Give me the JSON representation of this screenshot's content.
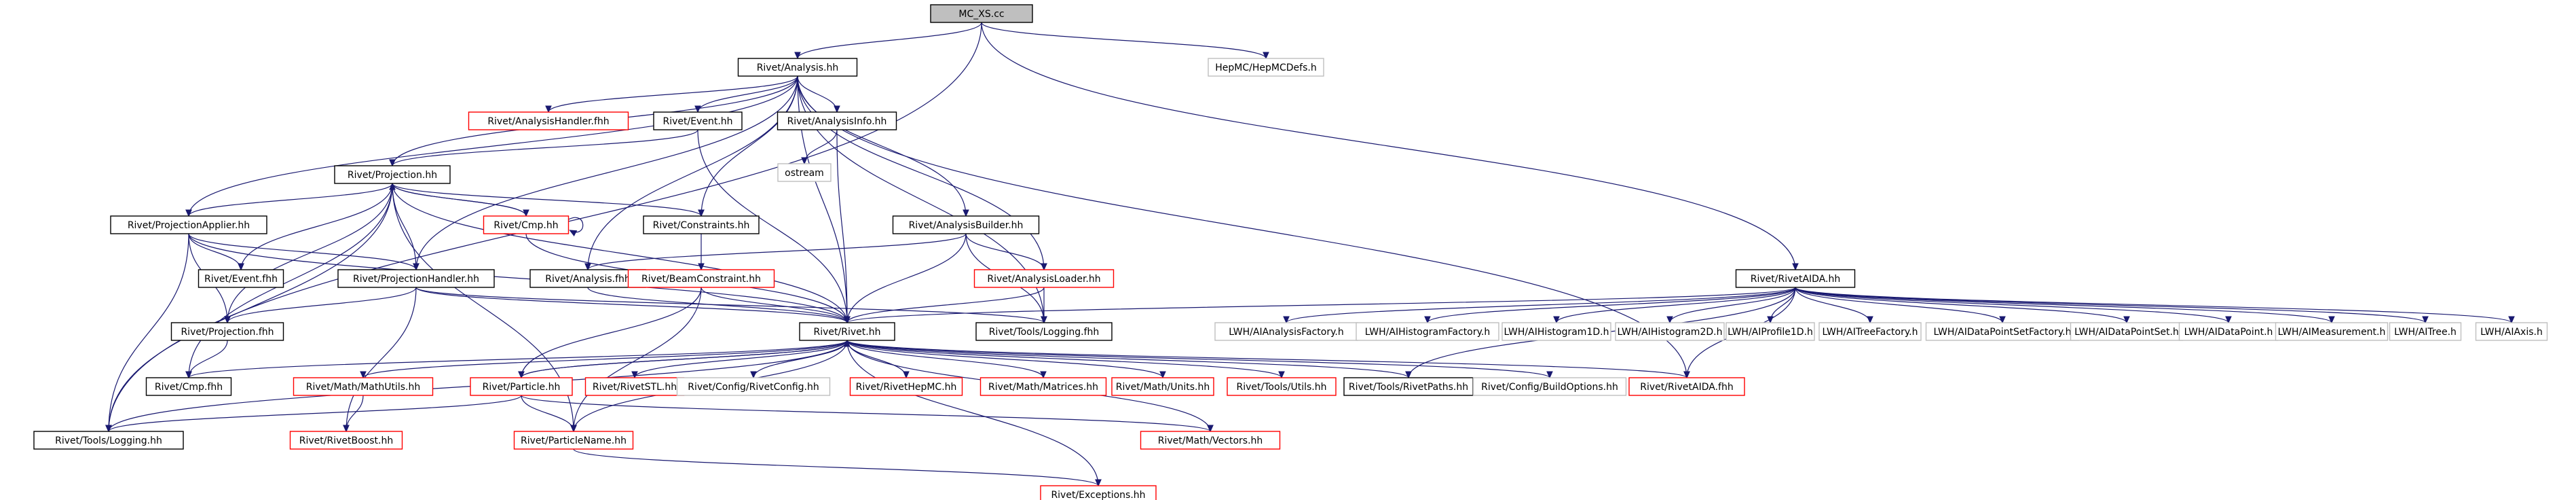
{
  "graph": {
    "colors": {
      "edge": "#191970",
      "box_black": "#000000",
      "box_red": "#ff0000",
      "box_grey": "#bfbfbf",
      "root_fill": "#bfbfbf"
    },
    "nodes": [
      {
        "id": "mc",
        "label": "MC_XS.cc",
        "style": "root"
      },
      {
        "id": "analysis",
        "label": "Rivet/Analysis.hh",
        "style": "black"
      },
      {
        "id": "hepmcdefs",
        "label": "HepMC/HepMCDefs.h",
        "style": "grey"
      },
      {
        "id": "analysishandler_fhh",
        "label": "Rivet/AnalysisHandler.fhh",
        "style": "red"
      },
      {
        "id": "event",
        "label": "Rivet/Event.hh",
        "style": "black"
      },
      {
        "id": "analysisinfo",
        "label": "Rivet/AnalysisInfo.hh",
        "style": "black"
      },
      {
        "id": "ostream",
        "label": "ostream",
        "style": "grey"
      },
      {
        "id": "projection",
        "label": "Rivet/Projection.hh",
        "style": "black"
      },
      {
        "id": "cmp",
        "label": "Rivet/Cmp.hh",
        "style": "red"
      },
      {
        "id": "constraints",
        "label": "Rivet/Constraints.hh",
        "style": "black"
      },
      {
        "id": "analysisbuilder",
        "label": "Rivet/AnalysisBuilder.hh",
        "style": "black"
      },
      {
        "id": "projapplier",
        "label": "Rivet/ProjectionApplier.hh",
        "style": "black"
      },
      {
        "id": "event_fhh",
        "label": "Rivet/Event.fhh",
        "style": "black"
      },
      {
        "id": "projhandler",
        "label": "Rivet/ProjectionHandler.hh",
        "style": "black"
      },
      {
        "id": "analysis_fhh",
        "label": "Rivet/Analysis.fhh",
        "style": "black"
      },
      {
        "id": "beamconstraint",
        "label": "Rivet/BeamConstraint.hh",
        "style": "red"
      },
      {
        "id": "analysisloader",
        "label": "Rivet/AnalysisLoader.hh",
        "style": "red"
      },
      {
        "id": "rivetaida",
        "label": "Rivet/RivetAIDA.hh",
        "style": "black"
      },
      {
        "id": "projection_fhh",
        "label": "Rivet/Projection.fhh",
        "style": "black"
      },
      {
        "id": "rivet",
        "label": "Rivet/Rivet.hh",
        "style": "black"
      },
      {
        "id": "tools_logging_fhh",
        "label": "Rivet/Tools/Logging.fhh",
        "style": "black"
      },
      {
        "id": "cmp_fhh",
        "label": "Rivet/Cmp.fhh",
        "style": "black"
      },
      {
        "id": "mathutils",
        "label": "Rivet/Math/MathUtils.hh",
        "style": "red"
      },
      {
        "id": "particle",
        "label": "Rivet/Particle.hh",
        "style": "red"
      },
      {
        "id": "rivetstl",
        "label": "Rivet/RivetSTL.hh",
        "style": "red"
      },
      {
        "id": "rivetconfig",
        "label": "Rivet/Config/RivetConfig.hh",
        "style": "grey"
      },
      {
        "id": "rivethepmc",
        "label": "Rivet/RivetHepMC.hh",
        "style": "red"
      },
      {
        "id": "matrices",
        "label": "Rivet/Math/Matrices.hh",
        "style": "red"
      },
      {
        "id": "units",
        "label": "Rivet/Math/Units.hh",
        "style": "red"
      },
      {
        "id": "toolsutils",
        "label": "Rivet/Tools/Utils.hh",
        "style": "red"
      },
      {
        "id": "rivetpaths",
        "label": "Rivet/Tools/RivetPaths.hh",
        "style": "black"
      },
      {
        "id": "buildoptions",
        "label": "Rivet/Config/BuildOptions.hh",
        "style": "grey"
      },
      {
        "id": "rivetaida_fhh",
        "label": "Rivet/RivetAIDA.fhh",
        "style": "red"
      },
      {
        "id": "logging",
        "label": "Rivet/Tools/Logging.hh",
        "style": "black"
      },
      {
        "id": "rivetboost",
        "label": "Rivet/RivetBoost.hh",
        "style": "red"
      },
      {
        "id": "particlename",
        "label": "Rivet/ParticleName.hh",
        "style": "red"
      },
      {
        "id": "vectors",
        "label": "Rivet/Math/Vectors.hh",
        "style": "red"
      },
      {
        "id": "exceptions",
        "label": "Rivet/Exceptions.hh",
        "style": "red"
      },
      {
        "id": "lwh_af",
        "label": "LWH/AIAnalysisFactory.h",
        "style": "grey"
      },
      {
        "id": "lwh_hf",
        "label": "LWH/AIHistogramFactory.h",
        "style": "grey"
      },
      {
        "id": "lwh_h1",
        "label": "LWH/AIHistogram1D.h",
        "style": "grey"
      },
      {
        "id": "lwh_h2",
        "label": "LWH/AIHistogram2D.h",
        "style": "grey"
      },
      {
        "id": "lwh_p1",
        "label": "LWH/AIProfile1D.h",
        "style": "grey"
      },
      {
        "id": "lwh_tf",
        "label": "LWH/AITreeFactory.h",
        "style": "grey"
      },
      {
        "id": "lwh_dpsf",
        "label": "LWH/AIDataPointSetFactory.h",
        "style": "grey"
      },
      {
        "id": "lwh_dps",
        "label": "LWH/AIDataPointSet.h",
        "style": "grey"
      },
      {
        "id": "lwh_dp",
        "label": "LWH/AIDataPoint.h",
        "style": "grey"
      },
      {
        "id": "lwh_meas",
        "label": "LWH/AIMeasurement.h",
        "style": "grey"
      },
      {
        "id": "lwh_tree",
        "label": "LWH/AITree.h",
        "style": "grey"
      },
      {
        "id": "lwh_axis",
        "label": "LWH/AIAxis.h",
        "style": "grey"
      }
    ],
    "edges": [
      [
        "mc",
        "analysis"
      ],
      [
        "mc",
        "hepmcdefs"
      ],
      [
        "mc",
        "rivetaida"
      ],
      [
        "mc",
        "logging"
      ],
      [
        "analysis",
        "analysishandler_fhh"
      ],
      [
        "analysis",
        "event"
      ],
      [
        "analysis",
        "analysisinfo"
      ],
      [
        "analysis",
        "projection"
      ],
      [
        "analysis",
        "constraints"
      ],
      [
        "analysis",
        "analysisbuilder"
      ],
      [
        "analysis",
        "projapplier"
      ],
      [
        "analysis",
        "projhandler"
      ],
      [
        "analysis",
        "analysis_fhh"
      ],
      [
        "analysis",
        "analysisloader"
      ],
      [
        "analysis",
        "rivet"
      ],
      [
        "analysis",
        "tools_logging_fhh"
      ],
      [
        "analysis",
        "rivetaida_fhh"
      ],
      [
        "event",
        "projection"
      ],
      [
        "event",
        "rivet"
      ],
      [
        "analysisinfo",
        "ostream"
      ],
      [
        "analysisinfo",
        "rivet"
      ],
      [
        "projection",
        "cmp"
      ],
      [
        "projection",
        "constraints"
      ],
      [
        "projection",
        "projapplier"
      ],
      [
        "projection",
        "event_fhh"
      ],
      [
        "projection",
        "projhandler"
      ],
      [
        "projection",
        "projection_fhh"
      ],
      [
        "projection",
        "rivet"
      ],
      [
        "projection",
        "cmp_fhh"
      ],
      [
        "projection",
        "logging"
      ],
      [
        "projection",
        "particlename"
      ],
      [
        "cmp",
        "projection"
      ],
      [
        "cmp",
        "cmp"
      ],
      [
        "cmp",
        "rivet"
      ],
      [
        "constraints",
        "beamconstraint"
      ],
      [
        "analysisbuilder",
        "analysis_fhh"
      ],
      [
        "analysisbuilder",
        "analysisloader"
      ],
      [
        "analysisbuilder",
        "rivet"
      ],
      [
        "analysisbuilder",
        "tools_logging_fhh"
      ],
      [
        "projapplier",
        "event_fhh"
      ],
      [
        "projapplier",
        "projhandler"
      ],
      [
        "projapplier",
        "projection_fhh"
      ],
      [
        "projapplier",
        "rivet"
      ],
      [
        "projapplier",
        "logging"
      ],
      [
        "projhandler",
        "projection_fhh"
      ],
      [
        "projhandler",
        "rivet"
      ],
      [
        "projhandler",
        "tools_logging_fhh"
      ],
      [
        "projhandler",
        "rivetboost"
      ],
      [
        "analysis_fhh",
        "rivet"
      ],
      [
        "beamconstraint",
        "rivet"
      ],
      [
        "beamconstraint",
        "particle"
      ],
      [
        "beamconstraint",
        "particlename"
      ],
      [
        "analysisloader",
        "rivet"
      ],
      [
        "analysisloader",
        "tools_logging_fhh"
      ],
      [
        "rivetaida",
        "rivet"
      ],
      [
        "rivetaida",
        "rivetaida_fhh"
      ],
      [
        "rivetaida",
        "lwh_af"
      ],
      [
        "rivetaida",
        "lwh_hf"
      ],
      [
        "rivetaida",
        "lwh_h1"
      ],
      [
        "rivetaida",
        "lwh_h2"
      ],
      [
        "rivetaida",
        "lwh_p1"
      ],
      [
        "rivetaida",
        "lwh_tf"
      ],
      [
        "rivetaida",
        "lwh_dpsf"
      ],
      [
        "rivetaida",
        "lwh_dps"
      ],
      [
        "rivetaida",
        "lwh_dp"
      ],
      [
        "rivetaida",
        "lwh_meas"
      ],
      [
        "rivetaida",
        "lwh_tree"
      ],
      [
        "rivetaida",
        "lwh_axis"
      ],
      [
        "rivetaida",
        "rivetpaths"
      ],
      [
        "projection_fhh",
        "cmp_fhh"
      ],
      [
        "rivet",
        "cmp_fhh"
      ],
      [
        "rivet",
        "mathutils"
      ],
      [
        "rivet",
        "particle"
      ],
      [
        "rivet",
        "rivetstl"
      ],
      [
        "rivet",
        "rivetconfig"
      ],
      [
        "rivet",
        "rivethepmc"
      ],
      [
        "rivet",
        "matrices"
      ],
      [
        "rivet",
        "units"
      ],
      [
        "rivet",
        "toolsutils"
      ],
      [
        "rivet",
        "rivetpaths"
      ],
      [
        "rivet",
        "buildoptions"
      ],
      [
        "rivet",
        "rivetaida_fhh"
      ],
      [
        "rivet",
        "particlename"
      ],
      [
        "rivet",
        "vectors"
      ],
      [
        "rivet",
        "exceptions"
      ],
      [
        "rivet",
        "logging"
      ],
      [
        "particle",
        "rivet"
      ],
      [
        "particle",
        "particlename"
      ],
      [
        "particle",
        "vectors"
      ],
      [
        "particle",
        "logging"
      ],
      [
        "mathutils",
        "rivetboost"
      ],
      [
        "particlename",
        "exceptions"
      ]
    ]
  }
}
